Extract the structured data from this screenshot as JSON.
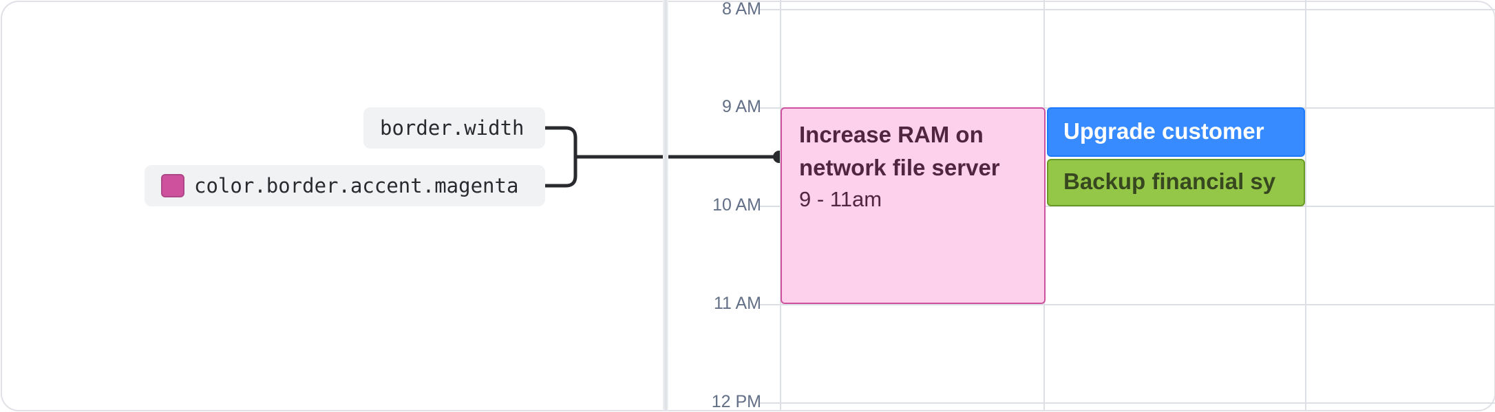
{
  "tokens": {
    "border_width": "border.width",
    "border_color": "color.border.accent.magenta"
  },
  "colors": {
    "magenta_swatch": "#cd519d",
    "magenta_bg": "#fdd0ec",
    "blue_event": "#388bff",
    "green_event": "#94c748",
    "connector": "#292a2e"
  },
  "calendar": {
    "times": [
      "8 AM",
      "9 AM",
      "10 AM",
      "11 AM",
      "12 PM"
    ],
    "events": [
      {
        "title": "Increase RAM on network file server",
        "time": "9 - 11am",
        "color": "magenta"
      },
      {
        "title": "Upgrade customer",
        "color": "blue"
      },
      {
        "title": "Backup financial sy",
        "color": "green"
      }
    ]
  }
}
